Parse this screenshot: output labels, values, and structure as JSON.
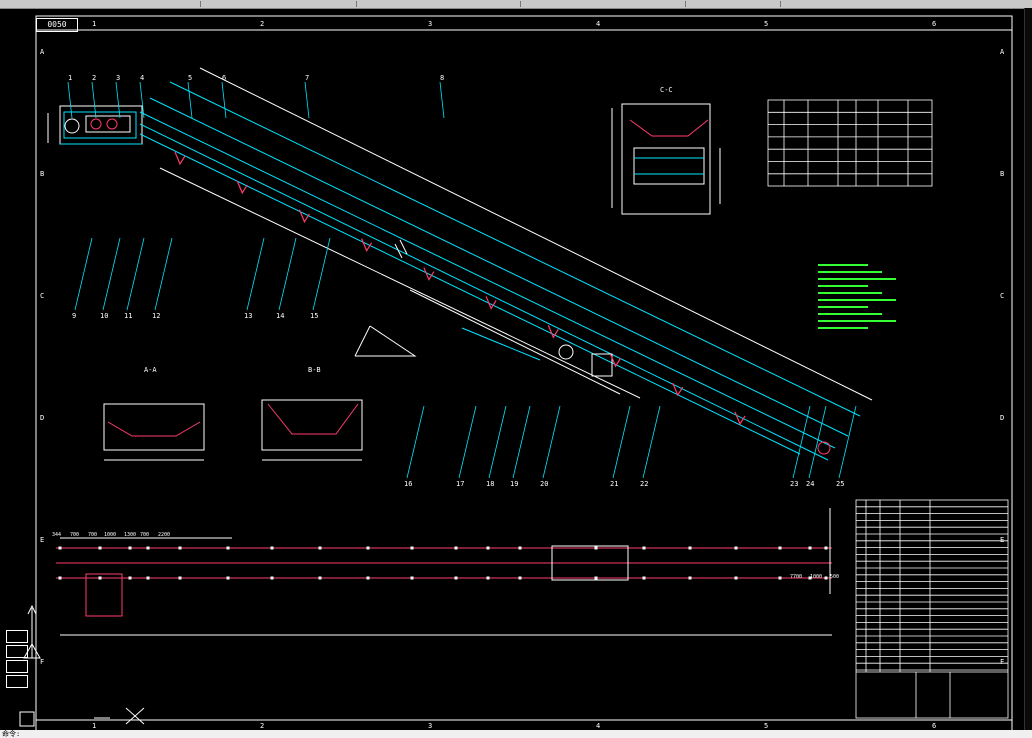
{
  "drawing": {
    "sheet_label": "0050",
    "grid_columns": [
      "1",
      "2",
      "3",
      "4",
      "5",
      "6"
    ],
    "grid_rows": [
      "A",
      "B",
      "C",
      "D",
      "E",
      "F"
    ],
    "balloons_top": [
      "1",
      "2",
      "3",
      "4",
      "5",
      "6",
      "7",
      "8"
    ],
    "balloons_bottom": [
      "9",
      "10",
      "11",
      "12",
      "13",
      "14",
      "15",
      "16",
      "17",
      "18",
      "19",
      "20",
      "21",
      "22",
      "23",
      "24",
      "25"
    ],
    "bottom_plan_dims": [
      "344",
      "700",
      "700",
      "1000",
      "1300",
      "700",
      "2200",
      "7700",
      "1000",
      "500"
    ],
    "section_a_label": "A-A",
    "section_b_label": "B-B",
    "section_c_label": "C-C",
    "cmdline_text": "命令:"
  },
  "colors": {
    "frame": "#ffffff",
    "structure": "#00e5ff",
    "idler": "#ff3b6b",
    "text_green": "#33ff33",
    "dim": "#ffffff",
    "yellow": "#ffff00"
  }
}
